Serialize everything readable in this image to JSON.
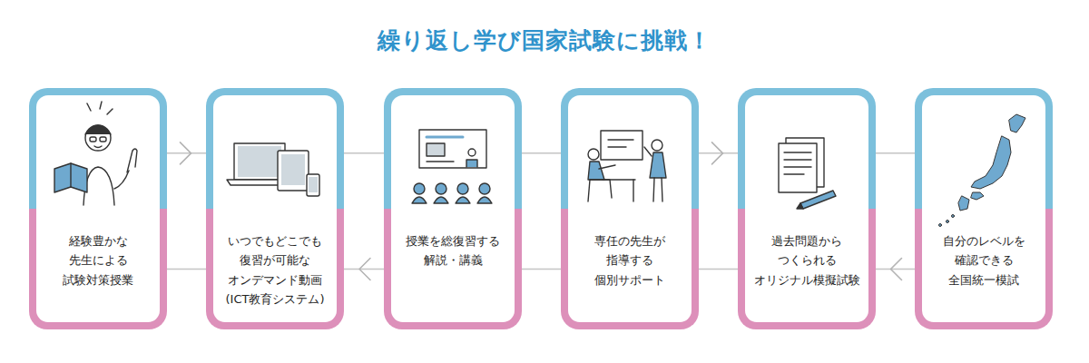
{
  "diagram": {
    "title": "繰り返し学び国家試験に挑戦！",
    "nodes": [
      {
        "text": [
          "経験豊かな 先生による 試験対策授業"
        ]
      },
      {
        "text": [
          "いつでもどこでも 復習が可能な オンデマンド動画 (ICT教育システム)"
        ]
      },
      {
        "text": [
          "授業を総復習する 解説・講義"
        ]
      },
      {
        "text": [
          "専任の先生が 指導する 個別サポート"
        ]
      },
      {
        "text": [
          "過去問題から つくられる オリジナル模擬試験"
        ]
      },
      {
        "text": [
          "自分のレベルを 確認できる 全国統一模試"
        ]
      }
    ],
    "edges": [
      {
        "from": 0,
        "to": 1,
        "arrow": "to"
      },
      {
        "from": 1,
        "to": 2,
        "arrow": "none"
      },
      {
        "from": 2,
        "to": 3,
        "arrow": "none"
      },
      {
        "from": 3,
        "to": 4,
        "arrow": "to"
      },
      {
        "from": 4,
        "to": 5,
        "arrow": "none"
      },
      {
        "from": 0,
        "to": 1,
        "arrow": "none"
      },
      {
        "from": 2,
        "to": 1,
        "arrow": "to"
      },
      {
        "from": 2,
        "to": 3,
        "arrow": "none"
      },
      {
        "from": 3,
        "to": 4,
        "arrow": "none"
      },
      {
        "from": 5,
        "to": 4,
        "arrow": "to"
      }
    ]
  }
}
